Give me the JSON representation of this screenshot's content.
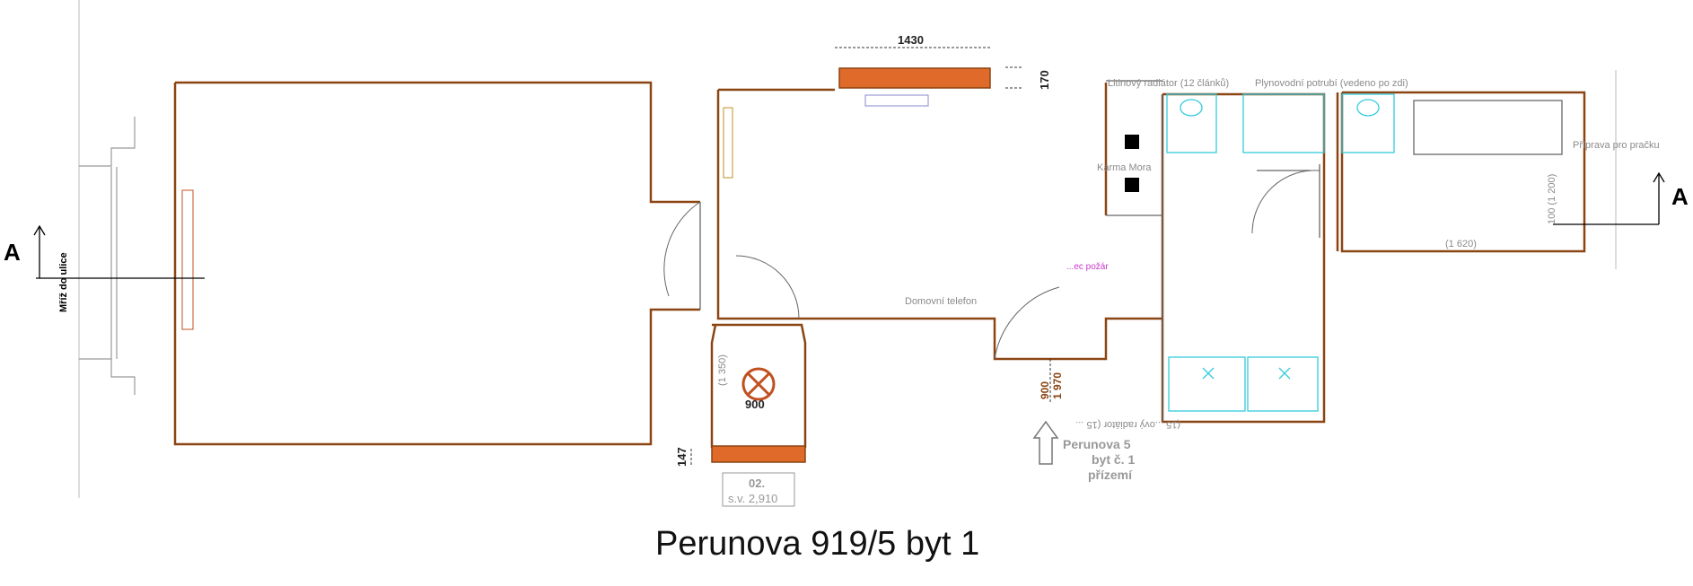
{
  "title": "Perunova 919/5 byt 1",
  "section_marker": "A",
  "colors": {
    "wall": "#8B4513",
    "wall_accent": "#C0501F",
    "brick": "#E06A2A",
    "fixture": "#33CCDD",
    "magenta": "#CC33CC",
    "annotation": "#8a8a8a"
  },
  "labels": {
    "street": "Mříž do ulice",
    "dim_top": "1430",
    "dim_170": "170",
    "radiator": "Litinový radiátor (12 článků)",
    "gas_pipe": "Plynovodní potrubí (vedeno po zdi)",
    "washer": "Příprava pro pračku",
    "stove": "Karma Mora",
    "fire": "...ec požár",
    "phone": "Domovní telefon",
    "dim_1200": "100 (1 200)",
    "dim_1620": "(1 620)",
    "dim_1350": "(1 350)",
    "dim_900_wc": "900",
    "dim_900_door": "900",
    "dim_1970": "1 970",
    "dim_147": "147",
    "radiator_15": "(15 ...ový radiátor (15 ...",
    "room_no": "02.",
    "room_height": "s.v. 2,910",
    "entrance_1": "Perunova 5",
    "entrance_2": "byt č. 1",
    "entrance_3": "přízemí"
  },
  "icons": [
    "wash-basin-icon",
    "bathtub-icon",
    "toilet-icon",
    "shower-icon",
    "door-swing-icon",
    "entrance-arrow-icon",
    "section-arrow-icon"
  ]
}
